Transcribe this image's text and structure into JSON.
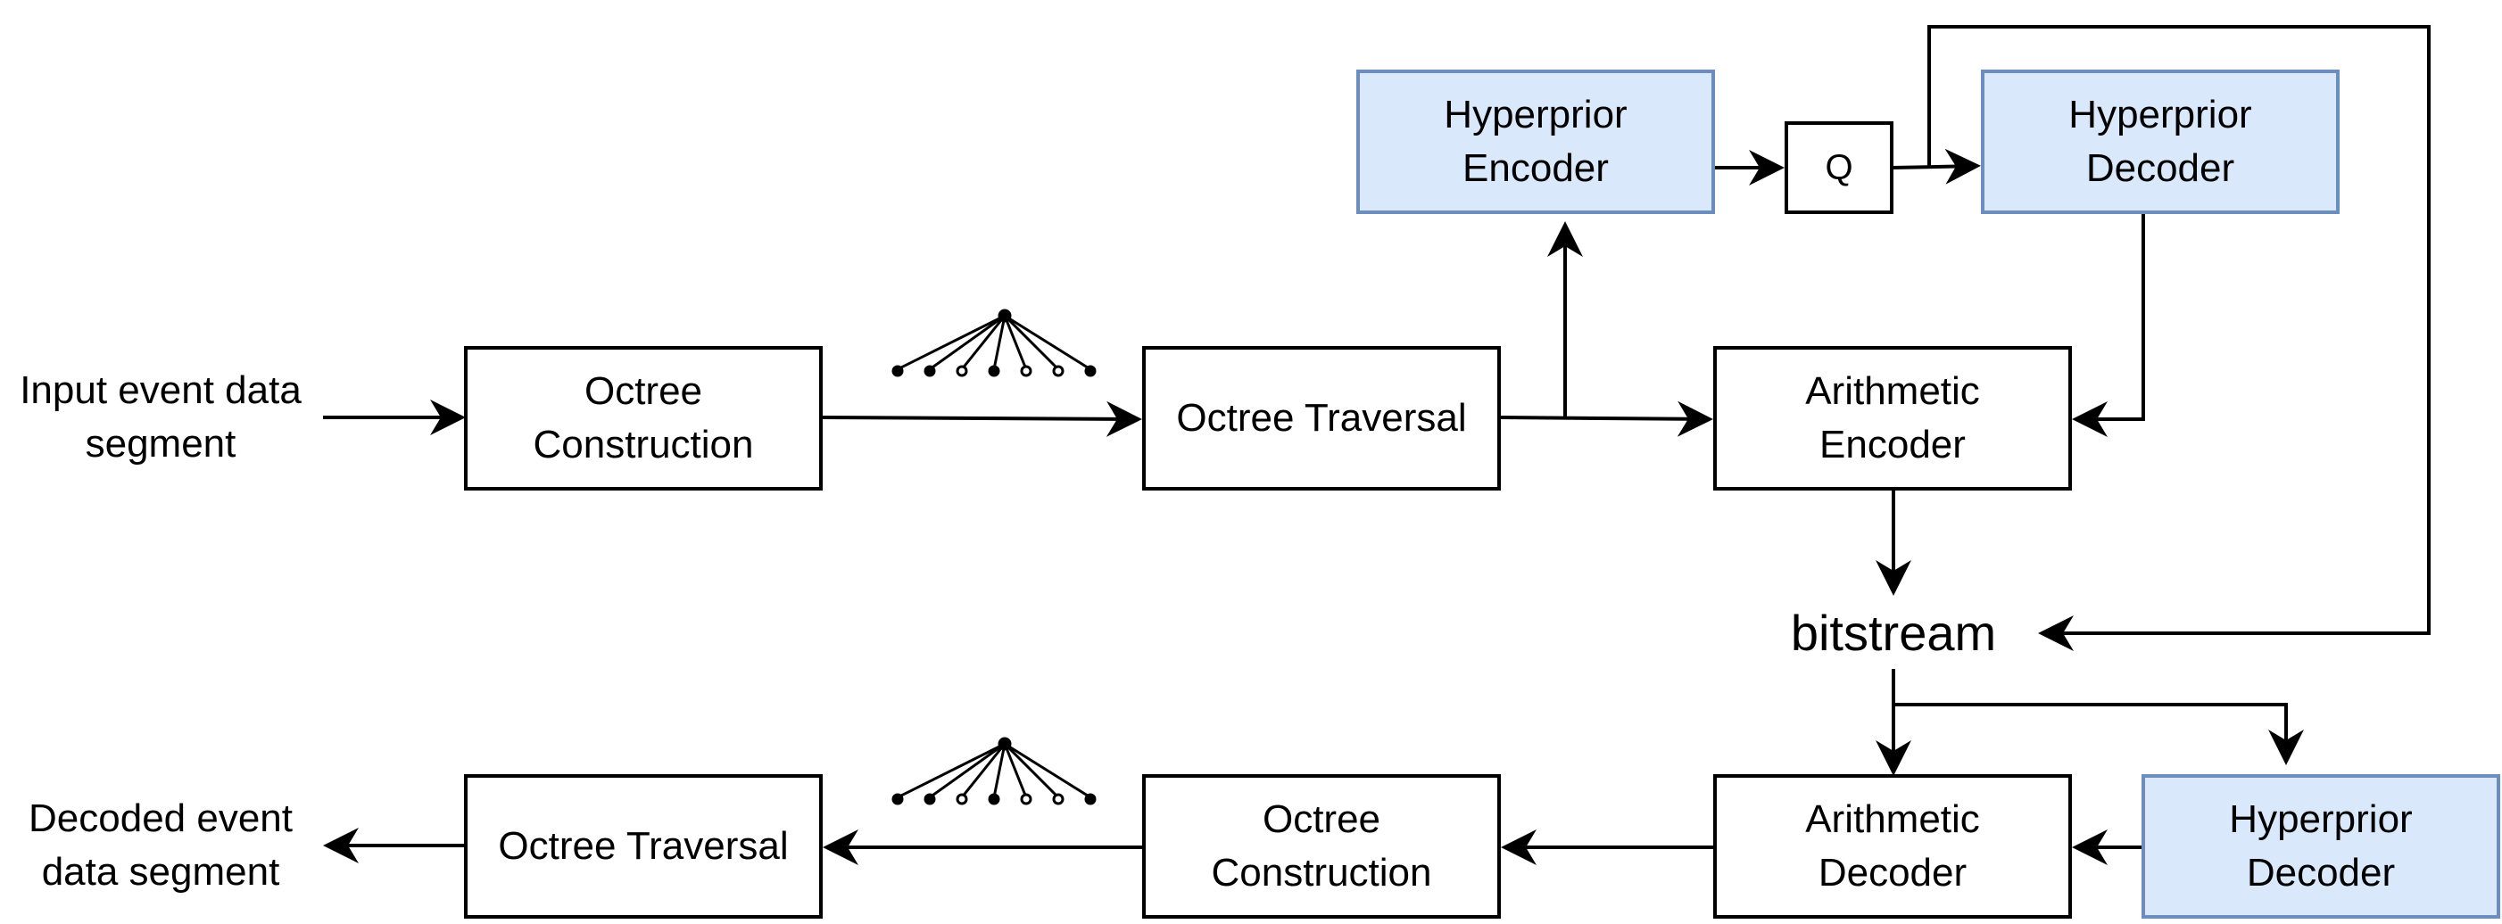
{
  "labels": {
    "input": "Input event data\nsegment",
    "decoded": "Decoded event\ndata segment",
    "bitstream": "bitstream"
  },
  "boxes": {
    "octree_construction_top": "Octree\nConstruction",
    "octree_traversal_top": "Octree Traversal",
    "arithmetic_encoder": "Arithmetic\nEncoder",
    "hyperprior_encoder": "Hyperprior\nEncoder",
    "quantizer": "Q",
    "hyperprior_decoder_top": "Hyperprior\nDecoder",
    "arithmetic_decoder": "Arithmetic\nDecoder",
    "hyperprior_decoder_bottom": "Hyperprior\nDecoder",
    "octree_construction_bottom": "Octree\nConstruction",
    "octree_traversal_bottom": "Octree Traversal"
  },
  "colors": {
    "hyperprior_fill": "#dae8fc",
    "hyperprior_border": "#6c8ebf",
    "line": "#000000"
  },
  "icons": [
    "octree-icon",
    "octree-icon"
  ]
}
